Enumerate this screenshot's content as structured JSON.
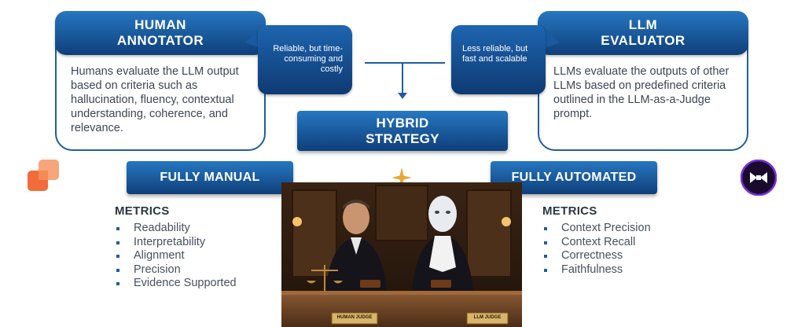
{
  "human_annotator": {
    "title_line1": "HUMAN",
    "title_line2": "ANNOTATOR",
    "description": "Humans evaluate the LLM output based on criteria such as hallucination, fluency, contextual understanding, coherence, and relevance.",
    "bubble": "Reliable, but time-consuming and costly"
  },
  "llm_evaluator": {
    "title_line1": "LLM",
    "title_line2": "EVALUATOR",
    "description": "LLMs evaluate the outputs of other LLMs based on predefined criteria outlined in the LLM-as-a-Judge prompt.",
    "bubble": "Less reliable, but fast and scalable"
  },
  "hybrid": {
    "line1": "HYBRID",
    "line2": "STRATEGY"
  },
  "fully_manual": {
    "label": "FULLY MANUAL",
    "metrics_title": "METRICS",
    "metrics": [
      "Readability",
      "Interpretability",
      "Alignment",
      "Precision",
      "Evidence Supported"
    ]
  },
  "fully_automated": {
    "label": "FULLY AUTOMATED",
    "metrics_title": "METRICS",
    "metrics": [
      "Context Precision",
      "Context Recall",
      "Correctness",
      "Faithfulness"
    ]
  },
  "image": {
    "left_plaque": "HUMAN JUDGE",
    "right_plaque": "LLM JUDGE"
  },
  "colors": {
    "brand_blue": "#1f5f9c",
    "header_dark": "#0f3f7a",
    "orange_logo": "#f26b3a",
    "purple_logo": "#5b1fa8"
  }
}
